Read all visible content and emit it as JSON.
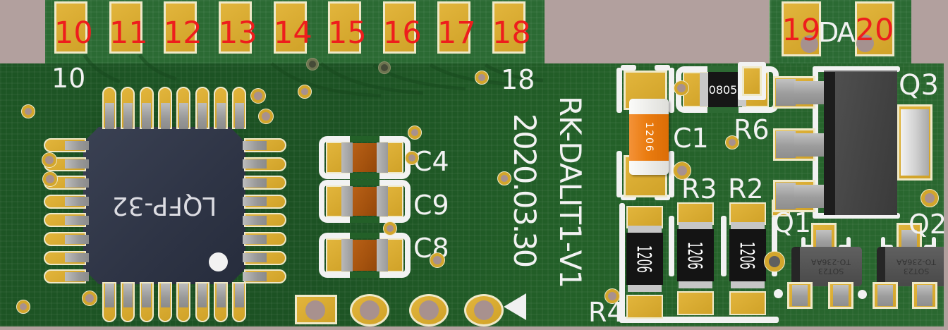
{
  "top_tab": {
    "pads": [
      "10",
      "11",
      "12",
      "13",
      "14",
      "15",
      "16",
      "17",
      "18"
    ],
    "number_color": "#ee1d1d"
  },
  "right_tab": {
    "pads": [
      "19",
      "20"
    ],
    "label": "DA"
  },
  "silkscreen": {
    "pin10": "10",
    "pin18": "18",
    "date": "2020.03.30",
    "model": "RK-DALIT1-V1",
    "c4": "C4",
    "c9": "C9",
    "c8": "C8",
    "c1": "C1",
    "r6": "R6",
    "r3": "R3",
    "r2": "R2",
    "r4": "R4",
    "q1": "Q1",
    "q2": "Q2",
    "q3": "Q3",
    "color": "#f2f2f2"
  },
  "components": {
    "chip_label": "LQFP-32",
    "r6_code": "0805",
    "c1_code": "1206",
    "r4_code": "1206",
    "r3_code": "1206",
    "r2_code": "1206",
    "sot_line1": "SOT23",
    "sot_line2": "TO-236AA"
  },
  "palette": {
    "background": "#b2a09e",
    "board_green": "#215c26",
    "tab_green": "#2b6a33",
    "pad_gold": "#d9a92f",
    "silk_white": "#f2f2f2",
    "number_red": "#ee1d1d",
    "chip_body": "#2f3547",
    "cap_orange": "#ee8012",
    "cap_brown": "#a85410",
    "resistor_black": "#161616",
    "transistor_gray": "#4f4f4f"
  }
}
